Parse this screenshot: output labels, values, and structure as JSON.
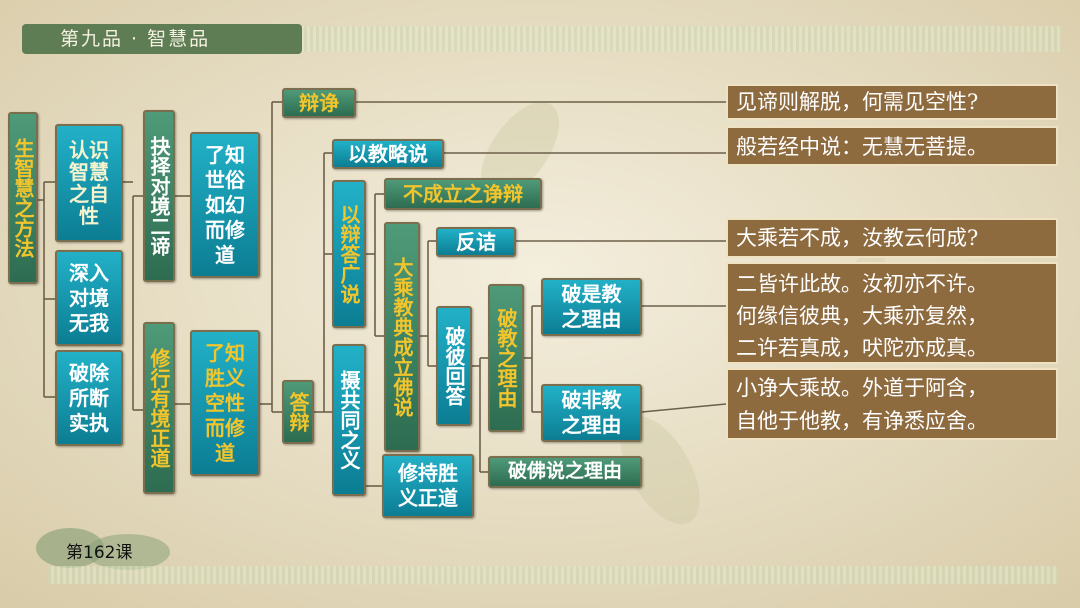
{
  "header": {
    "title": "第九品 · 智慧品"
  },
  "footer": {
    "lesson": "第162课"
  },
  "colors": {
    "teal": "#0c7d93",
    "green": "#2d6c50",
    "gold": "#f2c52c",
    "brown": "#8e6a3f",
    "background": "#ede4cc"
  },
  "nodes": {
    "root": "生智慧之方法",
    "recognize": "认识智慧之自性",
    "deep": "深入对境无我",
    "break": "破除所断实执",
    "choose": "抉择对境二谛",
    "cultivate": "修行有境正道",
    "worldly": "了知世俗如幻而修道",
    "ultimate": "了知胜义空性而修道",
    "debate": "辩诤",
    "reply": "答辩",
    "brief": "以教略说",
    "broad": "以辩答广说",
    "common": "摄共同之义",
    "invalid": "不成立之诤辩",
    "mahayana": "大乘教典成立佛说",
    "counter": "反诘",
    "refute": "破彼回答",
    "refute_reason": "破教之理由",
    "refute_yes": "破是教之理由",
    "refute_no": "破非教之理由",
    "refute_buddha": "破佛说之理由",
    "uphold": "修持胜义正道"
  },
  "answers": {
    "a1": "见谛则解脱，何需见空性?",
    "a2": "般若经中说：无慧无菩提。",
    "a3": "大乘若不成，汝教云何成?",
    "a4": "二皆许此故。汝初亦不许。\n何缘信彼典，大乘亦复然，\n二许若真成，吠陀亦成真。",
    "a5": "小诤大乘故。外道于阿含，\n自他于他教，有诤悉应舍。"
  }
}
